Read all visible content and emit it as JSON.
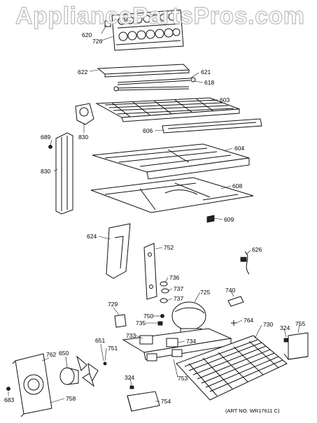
{
  "watermark": "AppliancePartsPros.com",
  "art_number": "(ART NO. WR17611 C)",
  "callouts": {
    "c620": "620",
    "c726": "726",
    "c622": "622",
    "c621": "621",
    "c618": "618",
    "c603": "603",
    "c606": "606",
    "c830a": "830",
    "c689": "689",
    "c830b": "830",
    "c604": "604",
    "c608": "608",
    "c609": "609",
    "c624": "624",
    "c752": "752",
    "c626": "626",
    "c736": "736",
    "c737a": "737",
    "c737b": "737",
    "c725": "725",
    "c740": "740",
    "c729": "729",
    "c750": "750",
    "c735": "735",
    "c764": "764",
    "c730": "730",
    "c324a": "324",
    "c755": "755",
    "c733": "733",
    "c734": "734",
    "c651": "651",
    "c751": "751",
    "c762": "762",
    "c650": "650",
    "c753": "753",
    "c324b": "324",
    "c754": "754",
    "c758": "758",
    "c683": "683"
  }
}
